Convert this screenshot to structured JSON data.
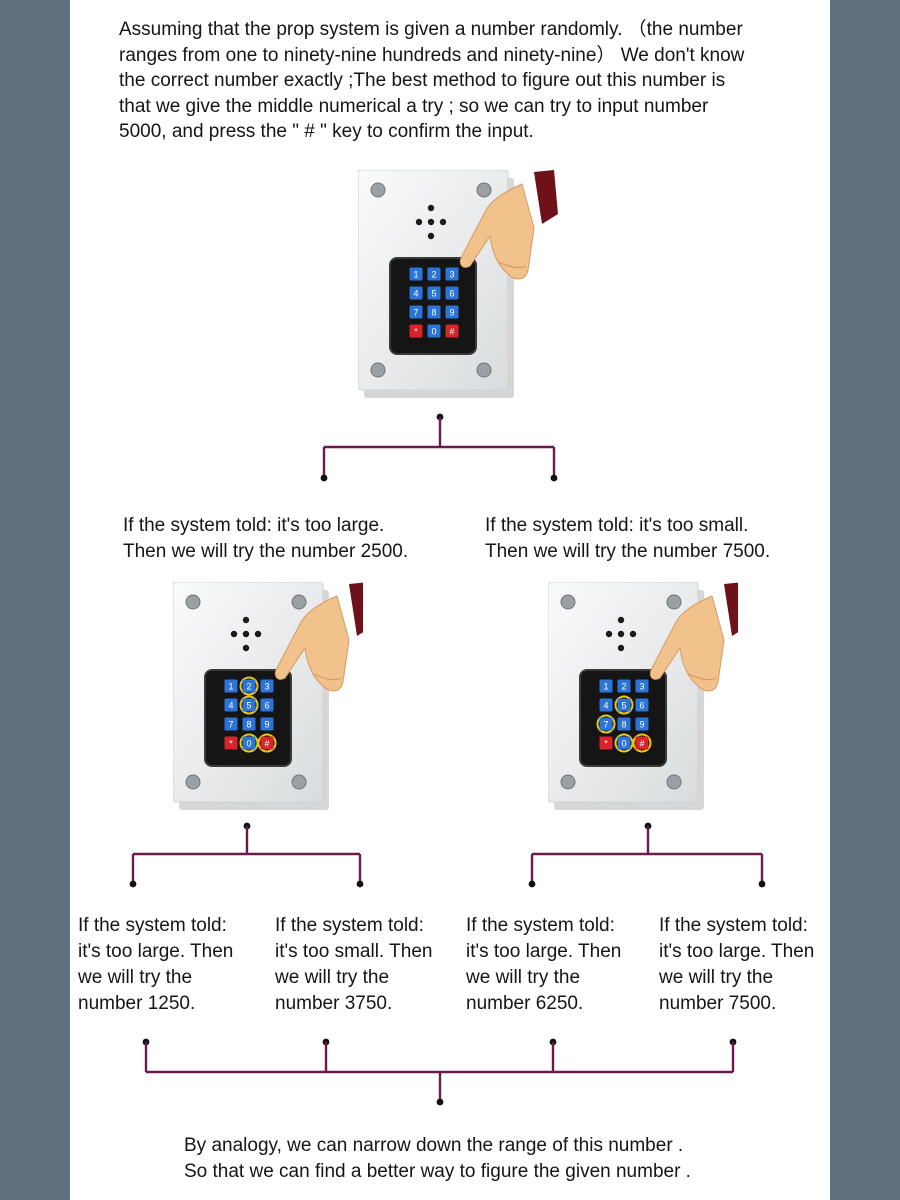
{
  "intro_text": "Assuming that the prop system is given a number randomly. （the number\nranges from one to ninety-nine hundreds and ninety-nine）  We don't know\nthe correct number exactly ;The best method to figure out this number is\nthat we give the middle numerical a try ; so we can try to input number\n5000, and press the  \" # \" key to confirm the input.",
  "branch_level_1": {
    "too_large": "If the system told: it's too large.\nThen we will try the number 2500.",
    "too_small": "If the system told: it's too small.\nThen we will try the number 7500."
  },
  "branch_level_2": [
    "If the system told:\nit's too large. Then\nwe will try the\nnumber 1250.",
    "If the system told:\nit's too small. Then\nwe will try the\nnumber 3750.",
    "If the system told:\nit's too large. Then\nwe will try the\nnumber 6250.",
    "If the system told:\nit's too large. Then\nwe will try the\nnumber 7500."
  ],
  "conclusion_text": "By analogy, we can narrow down the range of this number .\nSo that we can find a better way to figure the given number  .",
  "keypad": {
    "keys": [
      "1",
      "2",
      "3",
      "4",
      "5",
      "6",
      "7",
      "8",
      "9",
      "*",
      "0",
      "#"
    ]
  },
  "colors": {
    "connector": "#6b1a4e",
    "key_blue": "#2d74d8",
    "key_red": "#d8242a",
    "highlight_ring": "#e8c81a",
    "sleeve": "#6e1118",
    "skin": "#f2c28d",
    "panel": "#eef0f1"
  }
}
